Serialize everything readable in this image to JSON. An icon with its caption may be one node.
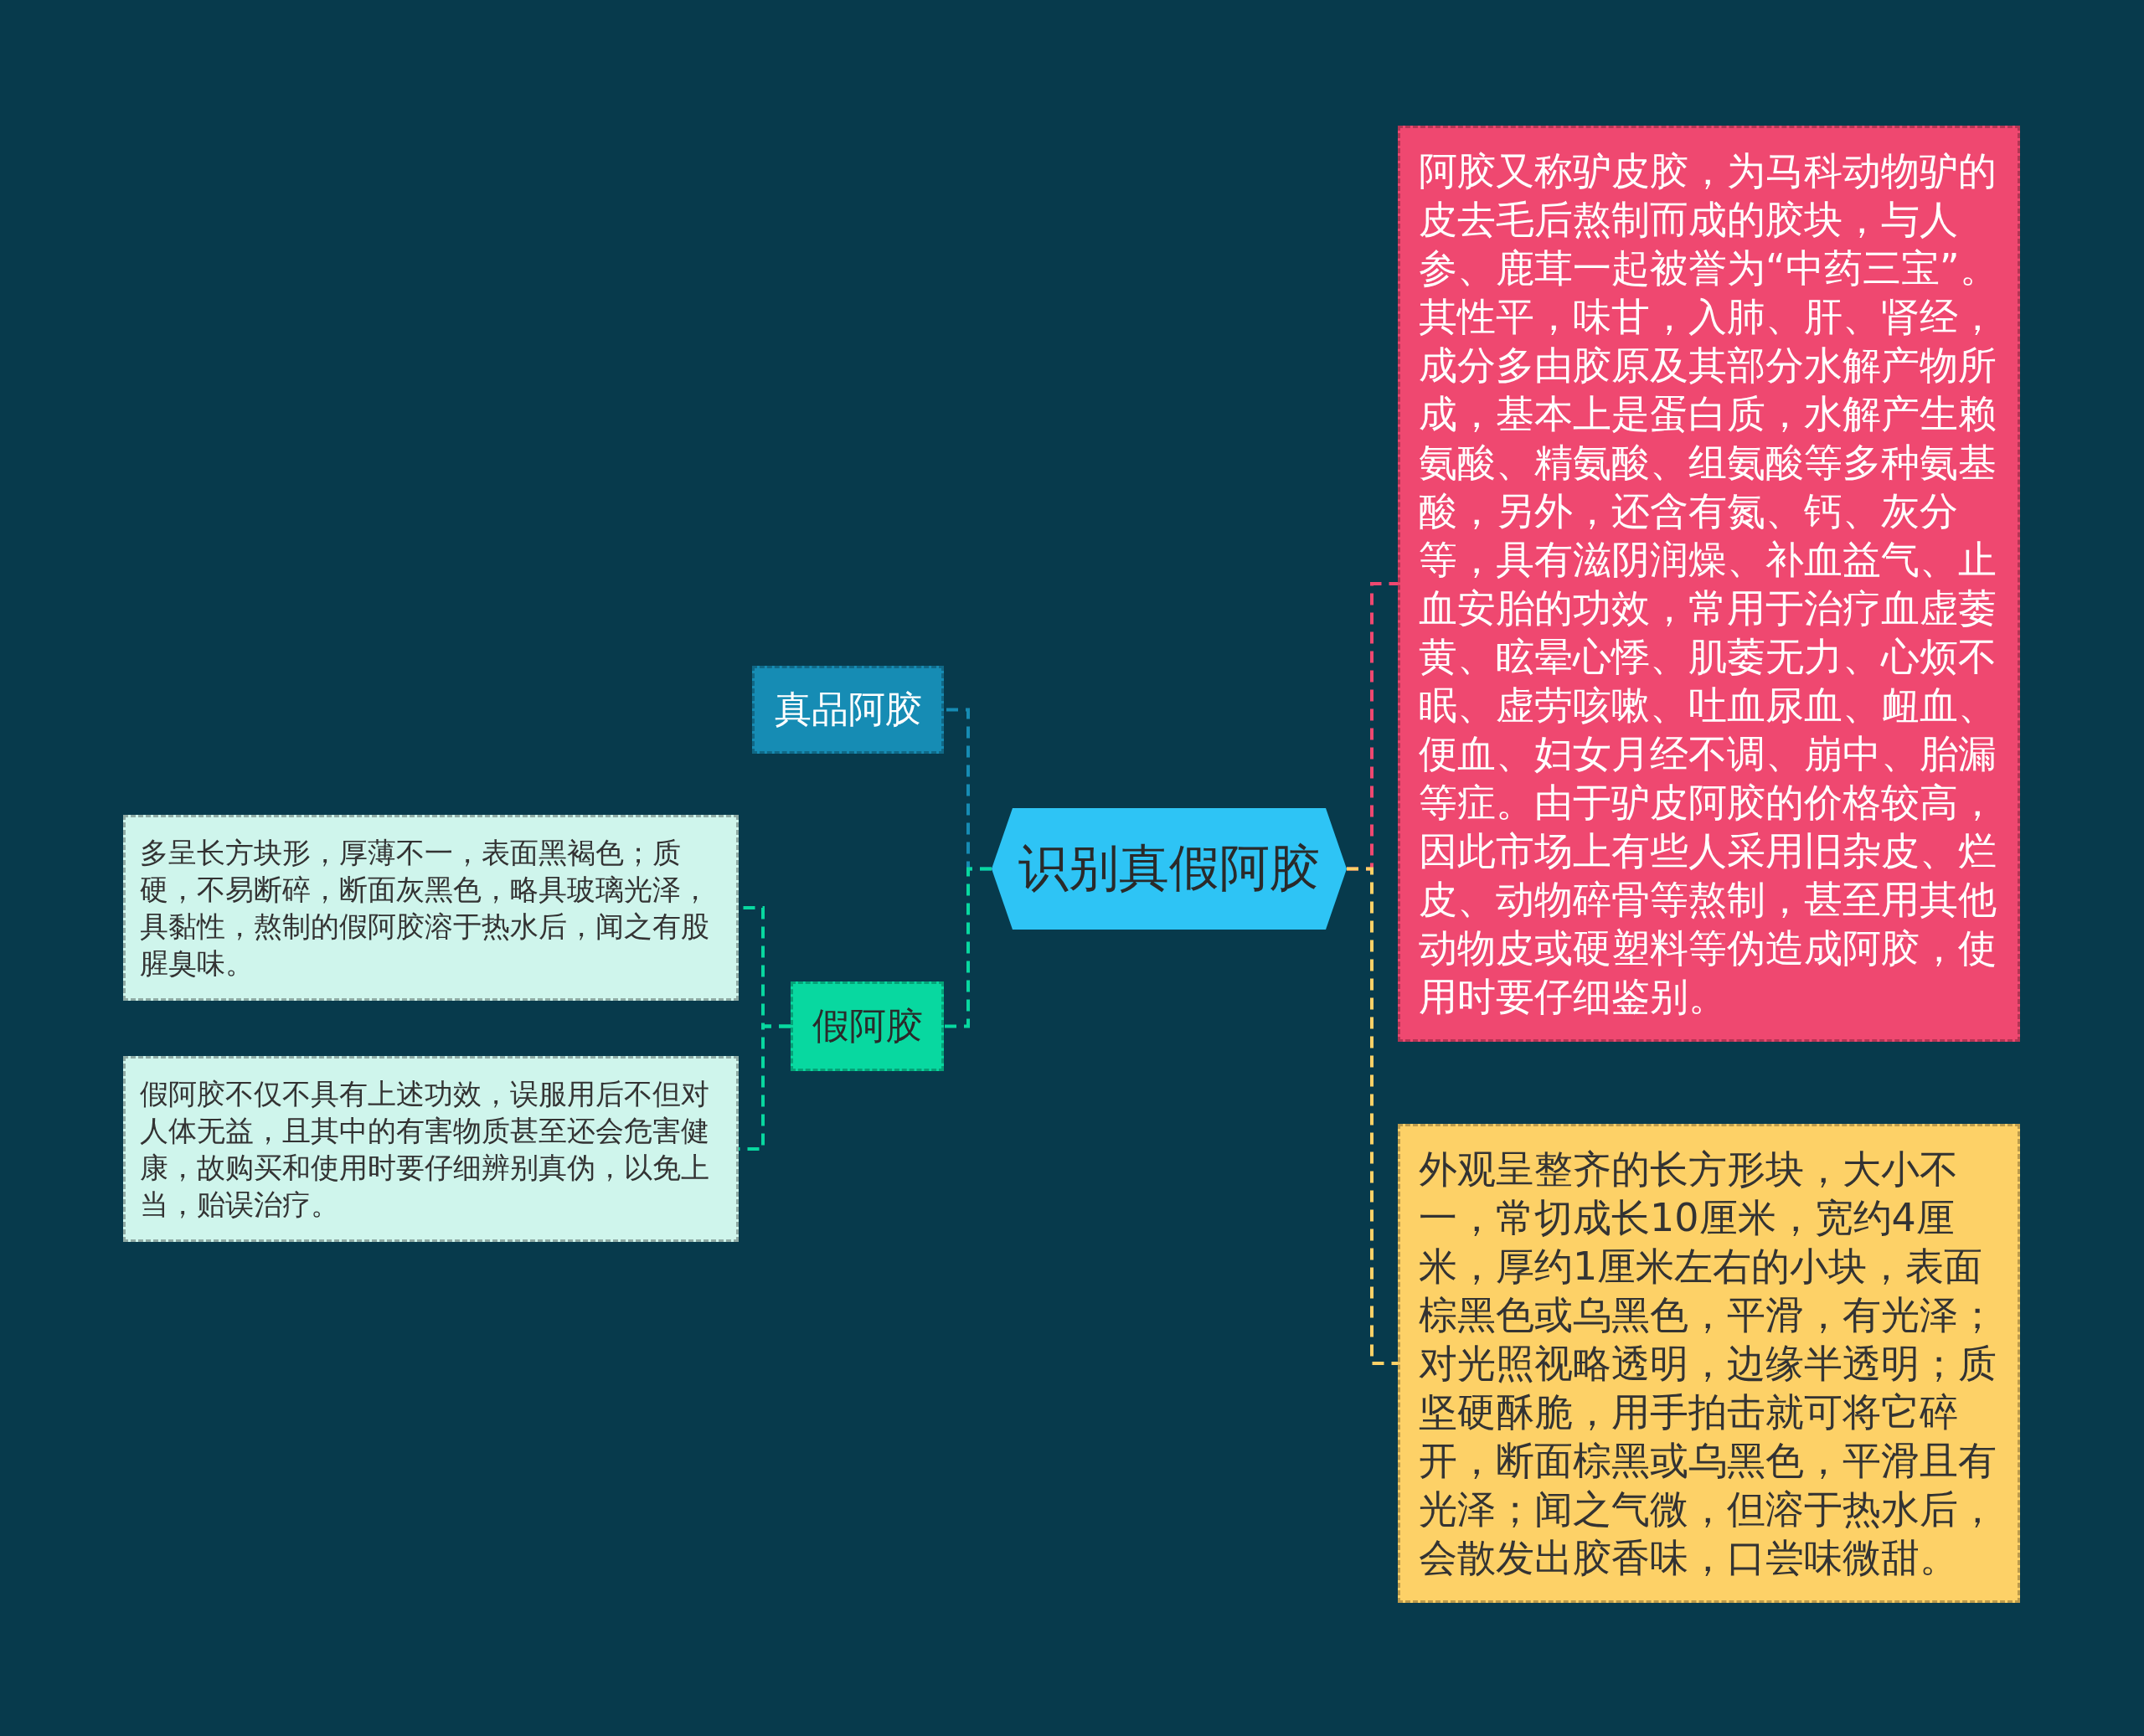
{
  "diagram": {
    "nodes": [
      {
        "text": [
          "识别真假阿胶"
        ]
      },
      {
        "text": [
          "真品阿胶"
        ]
      },
      {
        "text": [
          "假阿胶"
        ]
      },
      {
        "text": [
          "多呈长方块形，厚薄不一，表面黑褐色；质硬，不易断碎，断面灰黑色，略具玻璃光泽，具黏性，熬制的假阿胶溶于热水后，闻之有股腥臭味。"
        ]
      },
      {
        "text": [
          "假阿胶不仅不具有上述功效，误服用后不但对人体无益，且其中的有害物质甚至还会危害健康，故购买和使用时要仔细辨别真伪，以免上当，贻误治疗。"
        ]
      },
      {
        "text": [
          "阿胶又称驴皮胶，为马科动物驴的皮去毛后熬制而成的胶块，与人参、鹿茸一起被誉为“中药三宝”。其性平，味甘，入肺、肝、肾经，成分多由胶原及其部分水解产物所成，基本上是蛋白质，水解产生赖氨酸、精氨酸、组氨酸等多种氨基酸，另外，还含有氮、钙、灰分等，具有滋阴润燥、补血益气、止血安胎的功效，常用于治疗血虚萎黄、眩晕心悸、肌萎无力、心烦不眠、虚劳咳嗽、吐血尿血、衄血、便血、妇女月经不调、崩中、胎漏等症。由于驴皮阿胶的价格较高，因此市场上有些人采用旧杂皮、烂皮、动物碎骨等熬制，甚至用其他动物皮或硬塑料等伪造成阿胶，使用时要仔细鉴别。"
        ]
      },
      {
        "text": [
          "外观呈整齐的长方形块，大小不一，常切成长10厘米，宽约4厘米，厚约1厘米左右的小块，表面棕黑色或乌黑色，平滑，有光泽；对光照视略透明，边缘半透明；质坚硬酥脆，用手拍击就可将它碎开，断面棕黑或乌黑色，平滑且有光泽；闻之气微，但溶于热水后，会散发出胶香味，口尝味微甜。"
        ]
      }
    ],
    "edges": [
      {
        "from": 0,
        "to": 1,
        "arrow": "none",
        "style": "dashed",
        "color": "#168cb4"
      },
      {
        "from": 0,
        "to": 2,
        "arrow": "none",
        "style": "dashed",
        "color": "#08d8a0"
      },
      {
        "from": 2,
        "to": 3,
        "arrow": "none",
        "style": "dashed",
        "color": "#08d8a0"
      },
      {
        "from": 2,
        "to": 4,
        "arrow": "none",
        "style": "dashed",
        "color": "#08d8a0"
      },
      {
        "from": 0,
        "to": 5,
        "arrow": "none",
        "style": "dashed",
        "color": "#ef4870"
      },
      {
        "from": 0,
        "to": 6,
        "arrow": "none",
        "style": "dashed",
        "color": "#fdd167"
      }
    ]
  }
}
